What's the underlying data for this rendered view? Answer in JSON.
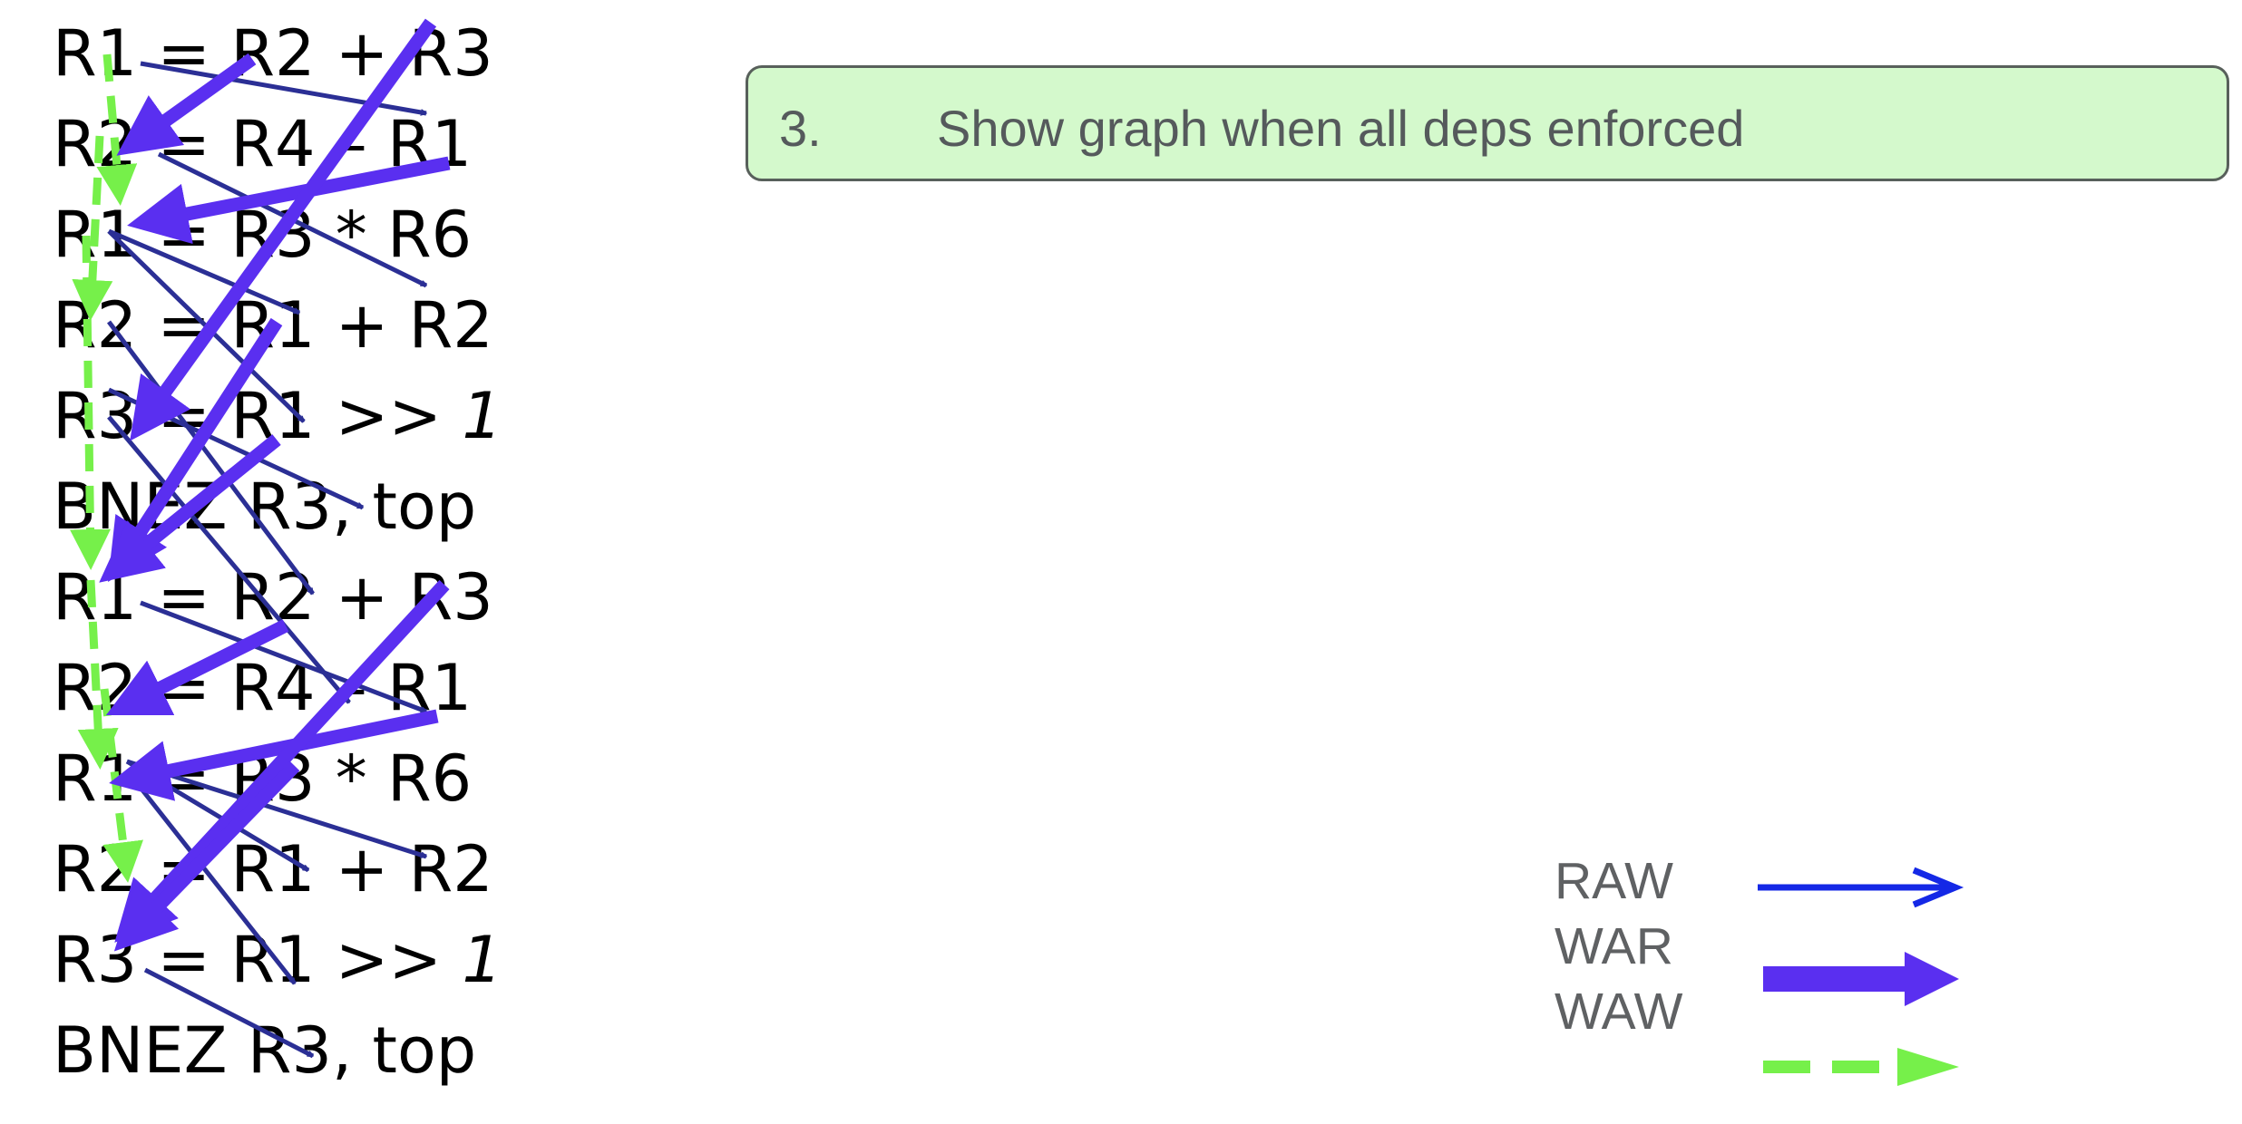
{
  "code": {
    "lines": [
      {
        "text": "R1 = R2 + R3",
        "suffix": ""
      },
      {
        "text": "R2 = R4 – R1",
        "suffix": ""
      },
      {
        "text": "R1 = R3 * R6",
        "suffix": ""
      },
      {
        "text": "R2 = R1 + R2",
        "suffix": ""
      },
      {
        "text": "R3 = R1 >> ",
        "suffix": "1"
      },
      {
        "text": "BNEZ R3, top",
        "suffix": ""
      },
      {
        "text": "R1 = R2 + R3",
        "suffix": ""
      },
      {
        "text": "R2 = R4 – R1",
        "suffix": ""
      },
      {
        "text": "R1 = R3 * R6",
        "suffix": ""
      },
      {
        "text": "R2 = R1 + R2",
        "suffix": ""
      },
      {
        "text": "R3 = R1 >> ",
        "suffix": "1"
      },
      {
        "text": "BNEZ R3, top",
        "suffix": ""
      }
    ]
  },
  "callout": {
    "number": "3.",
    "text": "Show graph when all deps enforced"
  },
  "legend": {
    "raw": "RAW",
    "war": "WAR",
    "waw": "WAW"
  },
  "colors": {
    "raw": "#2b2f95",
    "war": "#5a2ff0",
    "waw": "#76f04a",
    "legend_raw": "#1428e6",
    "callout_bg": "#d4f9cc"
  }
}
